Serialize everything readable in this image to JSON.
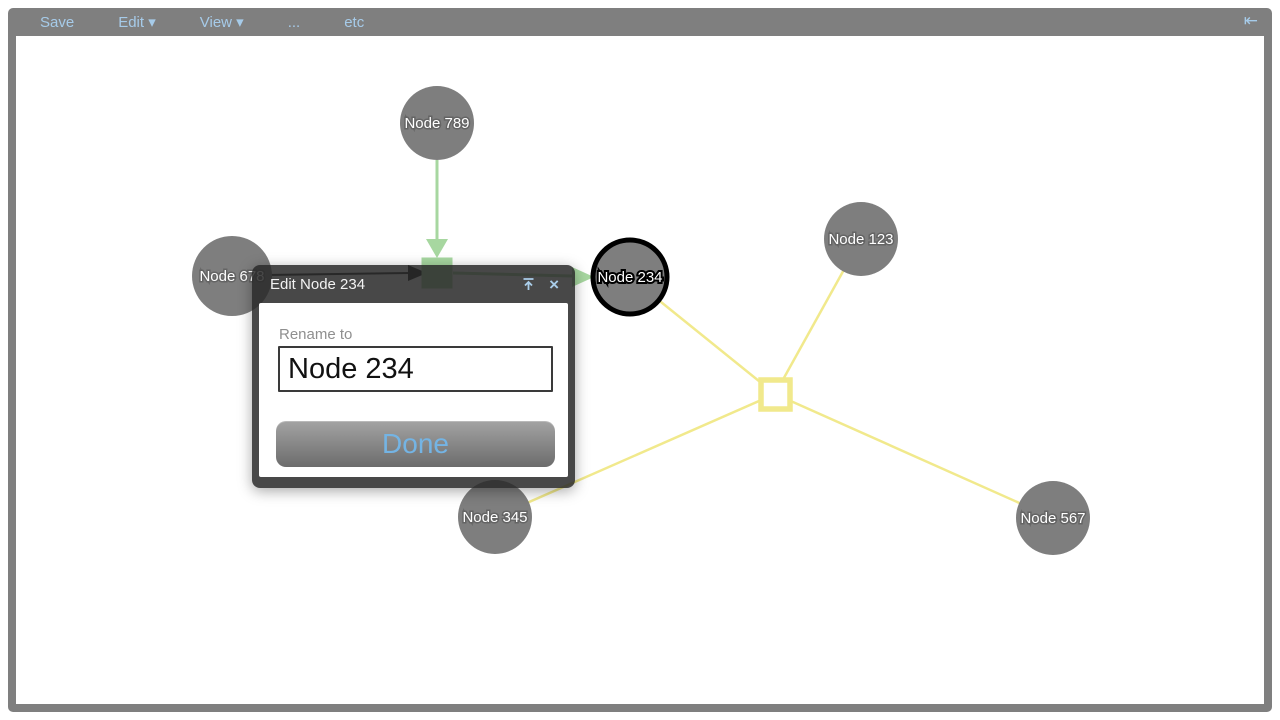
{
  "toolbar": {
    "items": [
      {
        "label": "Save"
      },
      {
        "label": "Edit ▾"
      },
      {
        "label": "View ▾"
      },
      {
        "label": "..."
      },
      {
        "label": "etc"
      }
    ],
    "collapse_icon": "⇤",
    "text_color": "#a6cbe9",
    "bar_color": "#7f7f7f"
  },
  "graph": {
    "nodes": [
      {
        "label": "Node 789",
        "selected": false
      },
      {
        "label": "Node 678",
        "selected": false
      },
      {
        "label": "Node 234",
        "selected": true
      },
      {
        "label": "Node 123",
        "selected": false
      },
      {
        "label": "Node 345",
        "selected": false
      },
      {
        "label": "Node 567",
        "selected": false
      }
    ],
    "connectors": [
      {
        "name": "green-junction-square",
        "color": "#a7d7a0"
      },
      {
        "name": "yellow-hub-square",
        "color": "#f1e98c"
      }
    ],
    "edges": [
      {
        "from": "Node 789",
        "to": "green-junction-square",
        "color": "green",
        "directed": true
      },
      {
        "from": "Node 678",
        "to": "green-junction-square",
        "color": "dark",
        "directed": true
      },
      {
        "from": "green-junction-square",
        "to": "Node 234",
        "color": "green",
        "directed": true
      },
      {
        "from": "yellow-hub-square",
        "to": "Node 234",
        "color": "yellow",
        "directed": false
      },
      {
        "from": "yellow-hub-square",
        "to": "Node 123",
        "color": "yellow",
        "directed": false
      },
      {
        "from": "yellow-hub-square",
        "to": "Node 345",
        "color": "yellow",
        "directed": false
      },
      {
        "from": "yellow-hub-square",
        "to": "Node 567",
        "color": "yellow",
        "directed": false
      }
    ],
    "colors": {
      "node_fill": "#7e7e7e",
      "selected_ring": "#000000",
      "green": "#a7d7a0",
      "yellow": "#f1e98c",
      "label_text": "#ffffff"
    }
  },
  "popup": {
    "title": "Edit Node 234",
    "rename_label": "Rename to",
    "input_value": "Node 234",
    "done_label": "Done",
    "close_icon": "×",
    "pin_icon": "pin-to-top"
  }
}
